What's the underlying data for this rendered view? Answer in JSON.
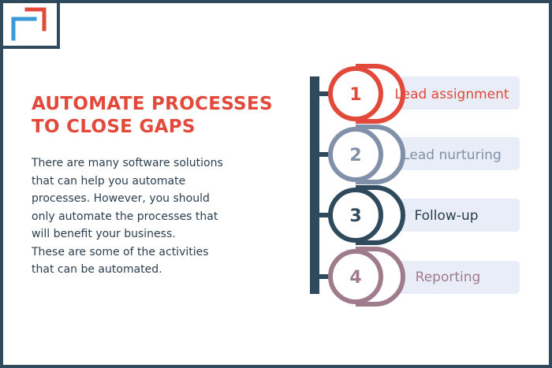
{
  "heading": {
    "line1": "AUTOMATE PROCESSES",
    "line2": "TO CLOSE GAPS"
  },
  "body": {
    "lines": [
      "There are many software solutions",
      "that can help you automate",
      "processes. However, you should",
      "only automate the processes that",
      "will benefit your business.",
      "These are some of the activities",
      "that can be automated."
    ]
  },
  "steps": [
    {
      "number": "1",
      "label": "Lead assignment",
      "color": "#e2493a"
    },
    {
      "number": "2",
      "label": "Lead nurturing",
      "color": "#7f90a8"
    },
    {
      "number": "3",
      "label": "Follow-up",
      "color": "#2f4a5c"
    },
    {
      "number": "4",
      "label": "Reporting",
      "color": "#a07b8c"
    }
  ],
  "colors": {
    "frame": "#2f4a5c",
    "accent": "#e2493a",
    "logo_blue": "#3a9ad9",
    "pill_fill": "#e9edf7",
    "text": "#2b3e4f"
  },
  "icons": {
    "logo": "corner-bracket-logo-icon"
  }
}
